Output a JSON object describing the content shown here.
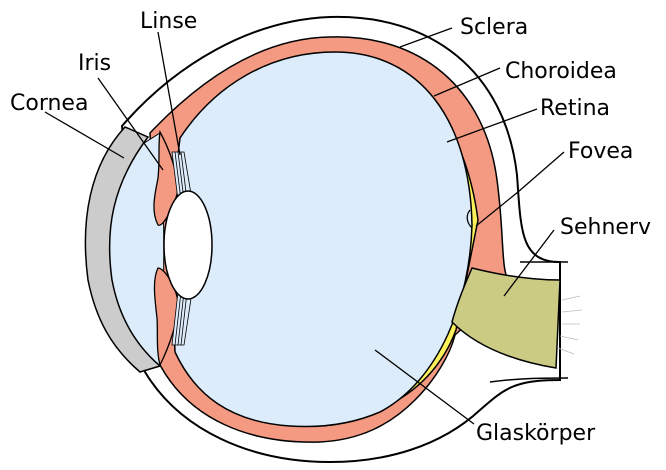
{
  "labels": {
    "linse": "Linse",
    "iris": "Iris",
    "cornea": "Cornea",
    "sclera": "Sclera",
    "choroidea": "Choroidea",
    "retina": "Retina",
    "fovea": "Fovea",
    "sehnerv": "Sehnerv",
    "glaskoerper": "Glaskörper"
  },
  "colors": {
    "vitreous": "#dcecfa",
    "choroid": "#f59a82",
    "retina": "#fbf05a",
    "cornea": "#cccccc",
    "optic_nerve": "#cbcb84",
    "lens": "#ffffff",
    "outline": "#000000"
  }
}
